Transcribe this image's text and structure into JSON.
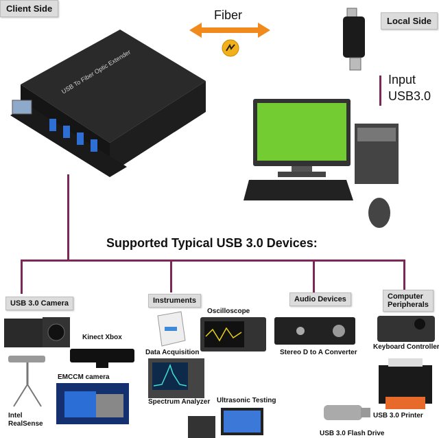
{
  "header": {
    "client_side": "Client Side",
    "local_side": "Local Side",
    "fiber": "Fiber",
    "input_line1": "Input",
    "input_line2": "USB3.0",
    "extender_text": "USB To Fiber Optic Extender"
  },
  "title": "Supported Typical USB 3.0 Devices:",
  "categories": [
    {
      "label": "USB 3.0 Camera"
    },
    {
      "label": "Instruments"
    },
    {
      "label": "Audio Devices"
    },
    {
      "label_line1": "Computer",
      "label_line2": "Peripherals"
    }
  ],
  "devices": {
    "kinect": "Kinect Xbox",
    "emccm": "EMCCM camera",
    "realsense_line1": "Intel",
    "realsense_line2": "RealSense",
    "data_acq": "Data Acquisition",
    "oscilloscope": "Oscilloscope",
    "spectrum": "Spectrum Analyzer",
    "ultrasonic": "Ultrasonic Testing",
    "dac": "Stereo D to A Converter",
    "keyboard_ctrl": "Keyboard Controller",
    "printer": "USB 3.0 Printer",
    "flash": "USB 3.0 Flash Drive"
  },
  "colors": {
    "connector_line": "#7b2859",
    "fiber_arrow": "#f08a1c",
    "tag_bg": "#dcdcdc"
  }
}
